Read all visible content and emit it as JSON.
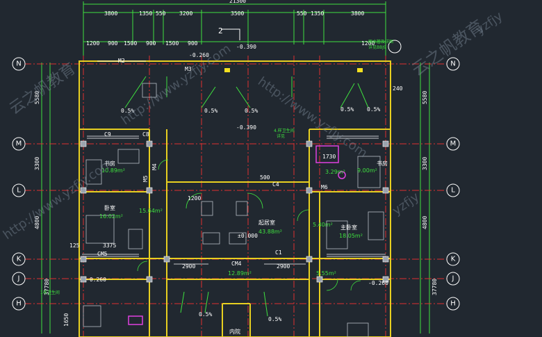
{
  "overall_dim": "21300",
  "top_dims": [
    "3800",
    "1350",
    "550",
    "3200",
    "3500",
    "550",
    "1350",
    "3800"
  ],
  "second_dims": [
    "1200",
    "900",
    "1500",
    "900",
    "1500",
    "900",
    "1200"
  ],
  "axes_left": [
    "N",
    "M",
    "L",
    "K",
    "J",
    "H"
  ],
  "axes_right": [
    "N",
    "M",
    "L",
    "K",
    "J",
    "H"
  ],
  "left_dims": [
    "5580",
    "3300",
    "4800",
    "37780"
  ],
  "right_dims": [
    "5580",
    "3300",
    "4800",
    "37780"
  ],
  "rooms": {
    "study_left": "书房",
    "study_left_area": "10.89m²",
    "study_right": "书房",
    "study_right_area": "9.00m²",
    "bedroom": "卧室",
    "bedroom_area": "16.02m²",
    "living": "起居室",
    "living_area": "43.88m²",
    "master": "主卧室",
    "master_area": "18.05m²",
    "courtyard": "内院",
    "area_a": "15.64m²",
    "area_b": "3.29m²",
    "area_c": "5.40m²",
    "area_d": "12.89m²",
    "area_e": "5.55m²"
  },
  "labels": {
    "m2": "M2",
    "m3": "M3",
    "m4": "M4",
    "m5": "M5",
    "m6": "M6",
    "c1": "C1",
    "c4": "C4",
    "c8": "C8",
    "c9": "C9",
    "cm5": "CM5",
    "cm4": "CM4",
    "elev1": "-0.260",
    "elev2": "-0.390",
    "elev3": "-0.390",
    "elev4": "±0.000",
    "elev5": "-0.260",
    "elev6": "-0.260",
    "slope": "0.5%",
    "section": "2",
    "note1": "雨水管及详图",
    "note2": "详见BBJ9",
    "note3": "4.样卫生间",
    "note4": "详见",
    "note5": "1样卫生间",
    "dim_3375": "3375",
    "dim_2900": "2900",
    "dim_1730": "1730",
    "dim_1200": "1200",
    "dim_500": "500",
    "dim_240": "240",
    "dim_1650": "1650",
    "dim_125": "125"
  },
  "watermarks": [
    "http://www.yzfjy.com",
    "云之帆教育",
    "yzfjy"
  ]
}
